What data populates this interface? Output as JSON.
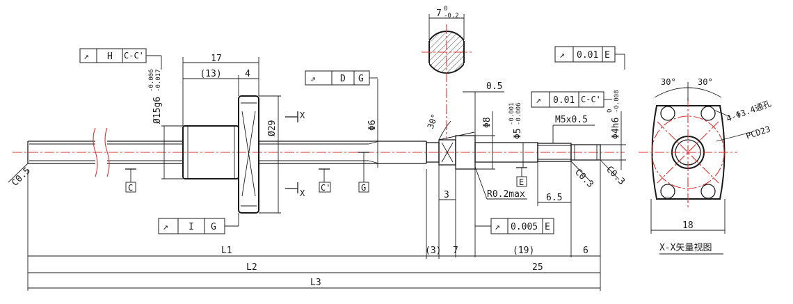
{
  "dims": {
    "d17": "17",
    "d13": "(13)",
    "d4": "4",
    "phi15": "Ø15g6",
    "phi15_tol_upper": "-0.006",
    "phi15_tol_lower": "-0.017",
    "phi29": "Ø29",
    "phi6": "Φ6",
    "angle30": "30°",
    "phi8": "Φ8",
    "d05": "0.5",
    "phi5": "Φ5",
    "phi5_tol_upper": "-0.001",
    "phi5_tol_lower": "-0.006",
    "m5": "M5x0.5",
    "phi4": "Φ4h6",
    "phi4_tol_upper": "0",
    "phi4_tol_lower": "-0.008",
    "flat7": "7",
    "flat7_tol_upper": "0",
    "flat7_tol_lower": "-0.2",
    "c05": "C0.5",
    "c03a": "C0.3",
    "c03b": "C0.3",
    "r02": "R0.2max",
    "d65": "6.5",
    "d3": "3",
    "L1": "L1",
    "p3": "(3)",
    "d7": "7",
    "p19": "(19)",
    "d6": "6",
    "L2": "L2",
    "d25": "25",
    "L3": "L3"
  },
  "fcf": {
    "hcc": {
      "sym": "↗",
      "val": "H",
      "ref": "C-C'"
    },
    "dg": {
      "sym": "⇗",
      "val": "D",
      "ref": "G"
    },
    "ig": {
      "sym": "↗",
      "val": "I",
      "ref": "G"
    },
    "e01": {
      "sym": "↗",
      "val": "0.01",
      "ref": "E"
    },
    "cc01": {
      "sym": "↗",
      "val": "0.01",
      "ref": "C-C'"
    },
    "e005": {
      "sym": "↗",
      "val": "0.005",
      "ref": "E"
    }
  },
  "datums": {
    "C": "C",
    "Cp": "C'",
    "G": "G",
    "E": "E"
  },
  "section": {
    "x_top": "X",
    "x_bot": "X",
    "a30_left": "30°",
    "a30_right": "30°",
    "holes": "4-Φ3.4通孔",
    "pcd": "PCD23",
    "width18": "18",
    "title": "X-X矢量视图"
  }
}
